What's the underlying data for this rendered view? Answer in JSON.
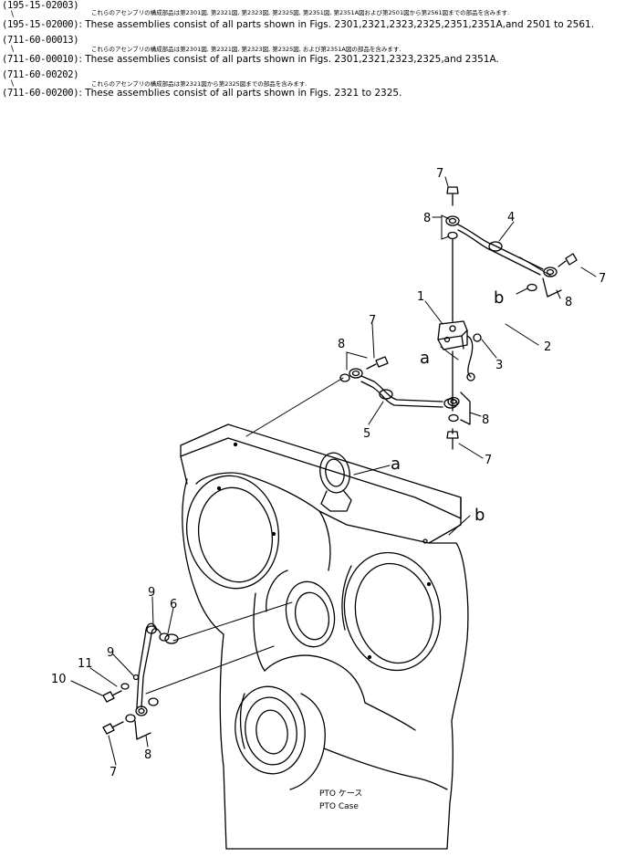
{
  "header": {
    "lines": [
      {
        "kind": "pn",
        "text": "(195-15-02003)"
      },
      {
        "kind": "br",
        "text": "\\"
      },
      {
        "kind": "jp",
        "text": "これらのアセンブリの構成部品は第2301図, 第2321図, 第2323図, 第2325図, 第2351図, 第2351A図および第2501図から第2561図までの部品を含みます."
      },
      {
        "kind": "en",
        "pn": "(195-15-02000)",
        "text": ": These assemblies consist of all parts shown in Figs. 2301,2321,2323,2325,2351,2351A,and 2501 to 2561."
      },
      {
        "kind": "pn",
        "text": "(711-60-00013)"
      },
      {
        "kind": "br",
        "text": "\\"
      },
      {
        "kind": "jp",
        "text": "これらのアセンブリの構成部品は第2301図, 第2321図, 第2323図, 第2325図, および第2351A図の部品を含みます."
      },
      {
        "kind": "en",
        "pn": "(711-60-00010)",
        "text": ": These assemblies consist of all parts shown in Figs. 2301,2321,2323,2325,and 2351A."
      },
      {
        "kind": "pn",
        "text": "(711-60-00202)"
      },
      {
        "kind": "br",
        "text": "\\"
      },
      {
        "kind": "jp",
        "text": "これらのアセンブリの構成部品は第2321図から第2325図までの部品を含みます."
      },
      {
        "kind": "en",
        "pn": "(711-60-00200)",
        "text": ": These assemblies consist of all parts shown in Figs. 2321 to 2325."
      }
    ]
  },
  "callouts": {
    "c1": "1",
    "c2": "2",
    "c3": "3",
    "c4": "4",
    "c5": "5",
    "c6": "6",
    "c7_top": "7",
    "c7_right": "7",
    "c7_mid": "7",
    "c7_lower": "7",
    "c7_bottom": "7",
    "c8_top": "8",
    "c8_right": "8",
    "c8_mid_left": "8",
    "c8_mid_right": "8",
    "c8_bottom": "8",
    "c9_upper": "9",
    "c9_lower": "9",
    "c10": "10",
    "c11": "11",
    "a_left": "a",
    "a_right": "a",
    "b_left": "b",
    "b_right": "b"
  },
  "case_label": {
    "jp": "PTO ケース",
    "en": "PTO Case"
  }
}
